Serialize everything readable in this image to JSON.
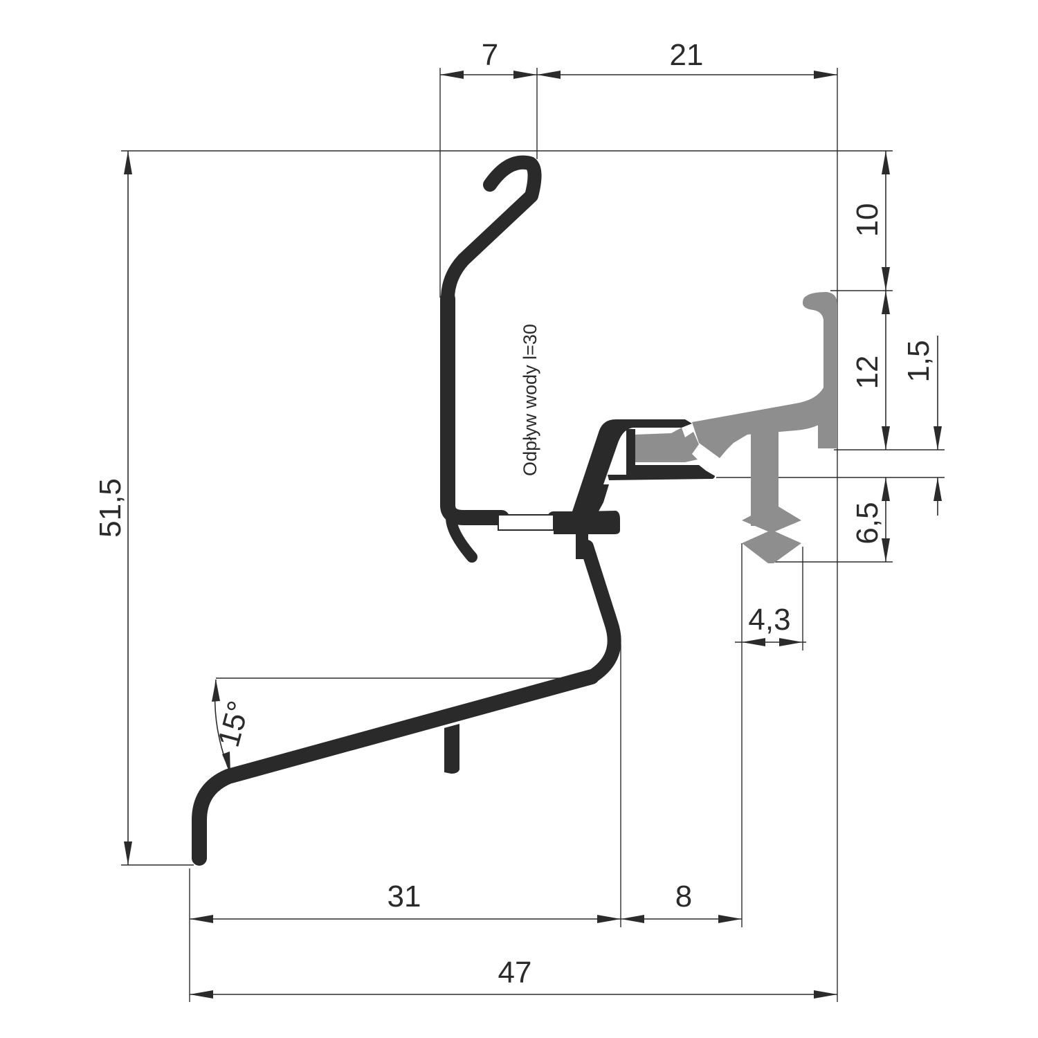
{
  "drawing": {
    "note": "Odpływ wody l=30",
    "colors": {
      "profile": "#2a2a2a",
      "gasket": "#8e8e8e",
      "dimension": "#2b2b2b"
    },
    "dimensions": {
      "top_left": "7",
      "top_right": "21",
      "right_upper": "10",
      "right_middle": "12",
      "right_small": "1,5",
      "right_lower": "6,5",
      "height_total": "51,5",
      "gasket_width": "4,3",
      "angle": "15°",
      "bottom_left": "31",
      "bottom_middle": "8",
      "width_total": "47"
    }
  }
}
